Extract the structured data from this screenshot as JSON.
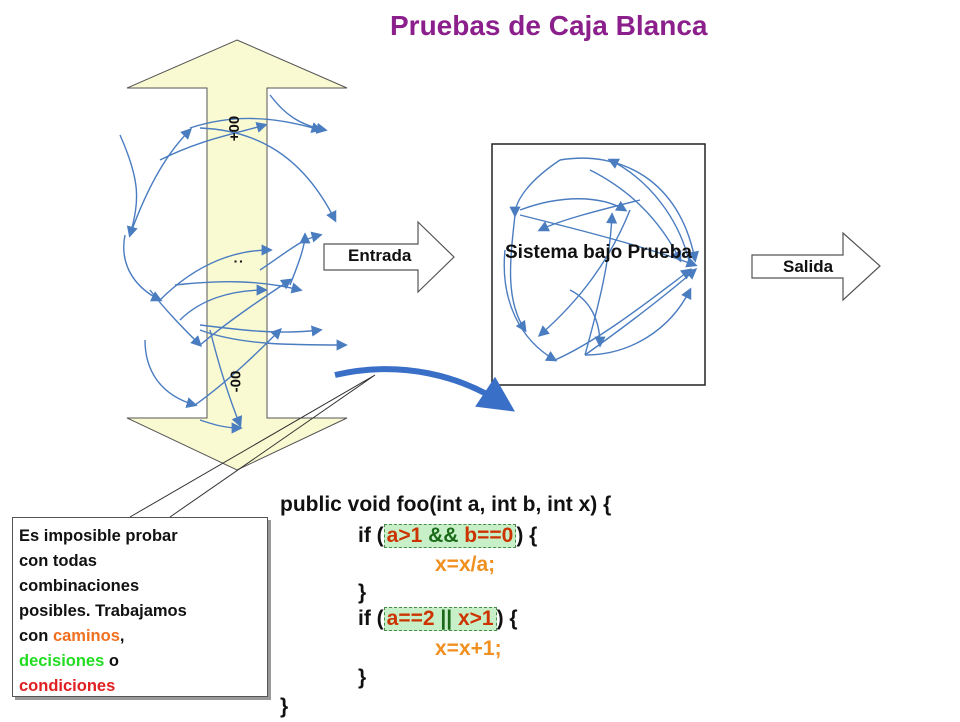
{
  "title": "Pruebas de Caja Blanca",
  "axis": {
    "top": "+00",
    "mid": ":",
    "bottom": "-00"
  },
  "flow": {
    "input": "Entrada",
    "system": "Sistema bajo Prueba",
    "output": "Salida"
  },
  "note": {
    "line1": "Es imposible probar",
    "line2": "con todas",
    "line3": "combinaciones",
    "line4": "posibles. Trabajamos",
    "con": "con",
    "caminos": "caminos",
    "comma": ",",
    "decisiones": "decisiones",
    "o": "o",
    "condiciones": "condiciones"
  },
  "code": {
    "signature": "public void foo(int a, int b, int x) {",
    "if1_kw": "if (",
    "if1_cond_a": "a>1",
    "if1_cond_op": " && ",
    "if1_cond_b": "b==0",
    "if1_close": ") {",
    "stmt1": "x=x/a;",
    "brace1": "}",
    "if2_kw": "if (",
    "if2_cond_a": "a==2",
    "if2_cond_op": " || ",
    "if2_cond_b": "x>1",
    "if2_close": ") {",
    "stmt2": "x=x+1;",
    "brace2": "}",
    "brace_end": "}"
  },
  "colors": {
    "title": "#8b1f8b",
    "arrow": "#fafad2",
    "curve": "#4a7cc0"
  }
}
